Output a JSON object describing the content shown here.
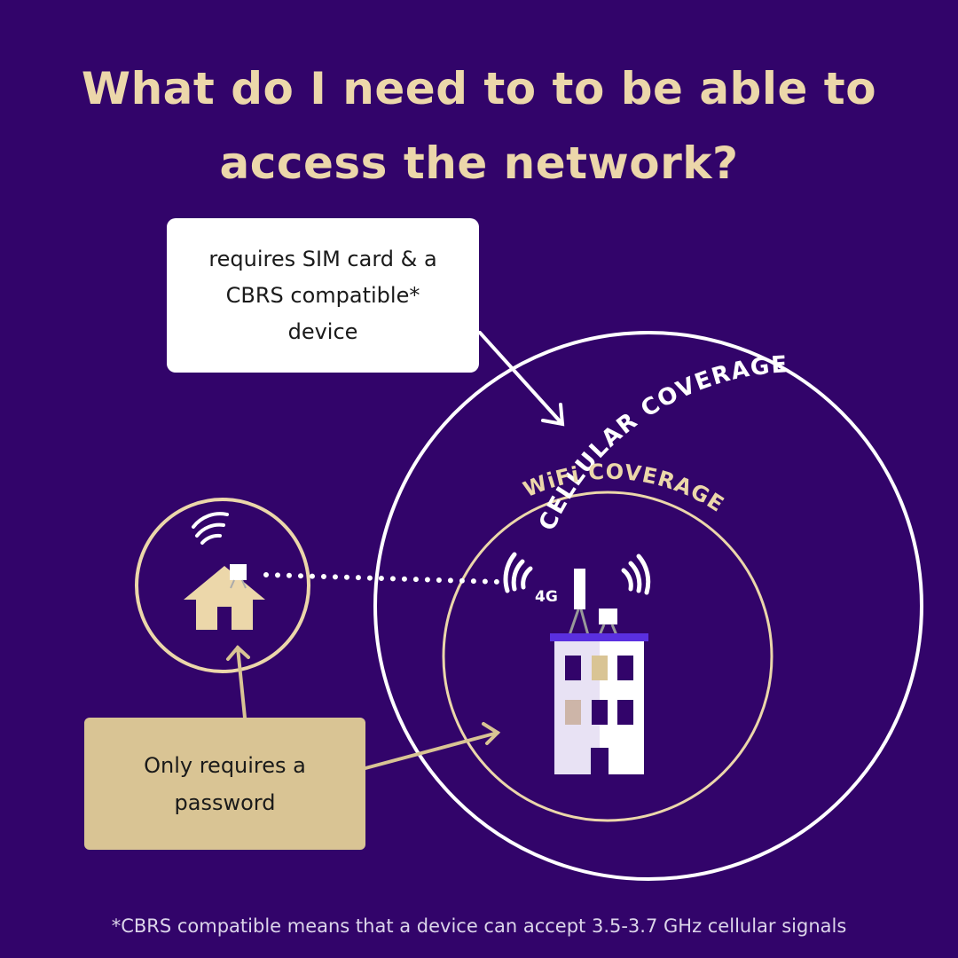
{
  "title": {
    "line1": "What do I need to to be able to",
    "line2": "access the network?"
  },
  "cellular": {
    "label": "CELLULAR COVERAGE",
    "callout": "requires SIM card & a CBRS compatible* device"
  },
  "wifi": {
    "label": "WiFi COVERAGE",
    "callout": "Only requires a password"
  },
  "signal_tag": "4G",
  "footnote": "*CBRS compatible means that a device can accept 3.5-3.7 GHz cellular signals",
  "colors": {
    "background": "#32046a",
    "accent_tan": "#ecd7aa",
    "callout_tan": "#d9c494",
    "white": "#ffffff"
  },
  "icons": [
    "wifi-signal-icon",
    "house-icon",
    "antenna-icon",
    "building-icon",
    "cell-signal-icon"
  ]
}
